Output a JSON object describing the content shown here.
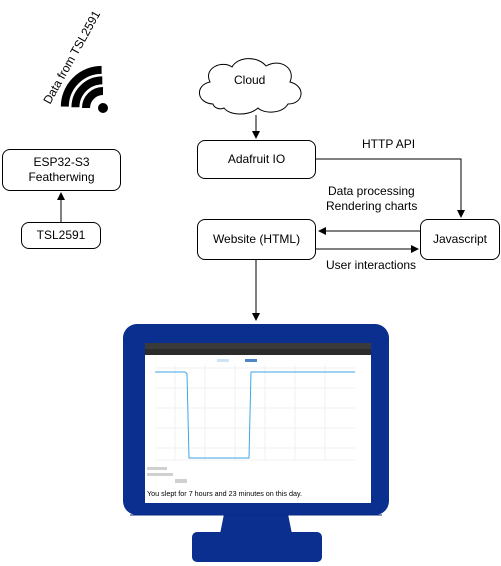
{
  "nodes": {
    "cloud": "Cloud",
    "esp32_line1": "ESP32-S3",
    "esp32_line2": "Featherwing",
    "tsl2591": "TSL2591",
    "adafruit_io": "Adafruit IO",
    "website": "Website (HTML)",
    "javascript": "Javascript"
  },
  "edge_labels": {
    "data_from_sensor": "Data from TSL2591",
    "http_api": "HTTP API",
    "data_processing": "Data processing",
    "rendering_charts": "Rendering charts",
    "user_interactions": "User interactions"
  },
  "monitor": {
    "caption": "You slept for 7 hours and 23 minutes on this day."
  },
  "colors": {
    "monitor_frame": "#0b2f8f",
    "chart_line": "#3ea6e6",
    "browser_bar": "#3a3a3a"
  }
}
